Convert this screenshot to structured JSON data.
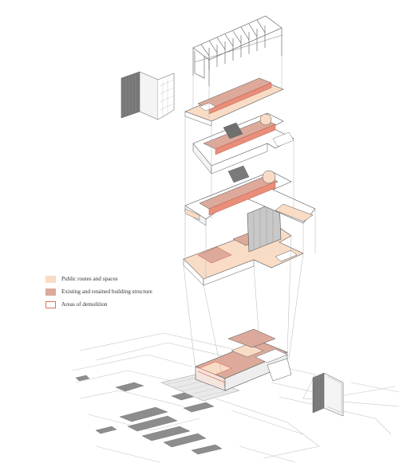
{
  "legend": {
    "items": [
      {
        "label": "Public routes and spaces",
        "color": "#f9dcc6",
        "style": "fill"
      },
      {
        "label": "Existing and retained building structure",
        "color": "#dca99a",
        "style": "fill"
      },
      {
        "label": "Areas of demolition",
        "color": "#e0705a",
        "style": "outline"
      }
    ]
  },
  "palette": {
    "line": "#555555",
    "light_line": "#b8b8b8",
    "dark_fill": "#8a8a8a",
    "accent": "#e0705a",
    "public": "#f9dcc6",
    "retained": "#dca99a"
  }
}
